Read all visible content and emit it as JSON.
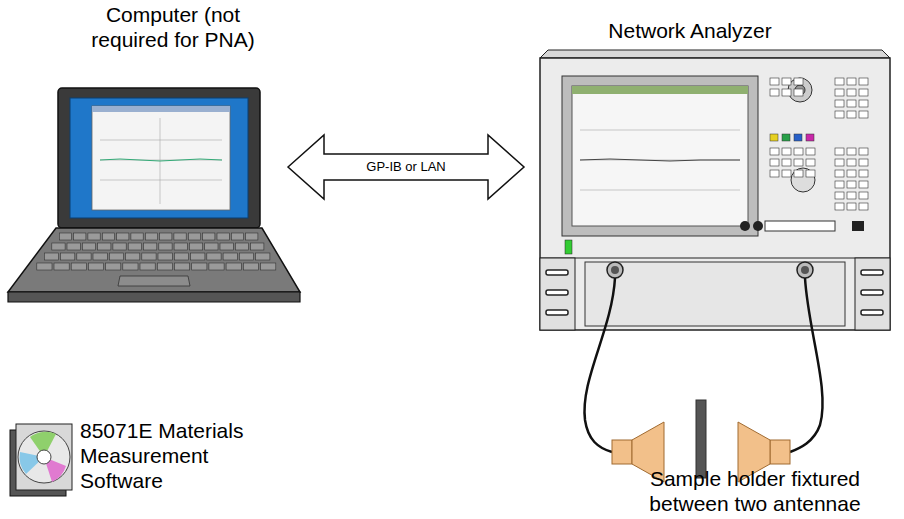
{
  "diagram": {
    "nodes": [
      {
        "text": [
          "Computer (not required for PNA)"
        ]
      },
      {
        "text": [
          "Network Analyzer"
        ]
      }
    ],
    "edges": [
      {
        "from": 0,
        "to": 1,
        "arrow": "both",
        "label": "GP-IB or LAN"
      }
    ],
    "labels": [
      "85071E Materials Measurement Software",
      "Sample holder fixtured between two antennae"
    ]
  }
}
